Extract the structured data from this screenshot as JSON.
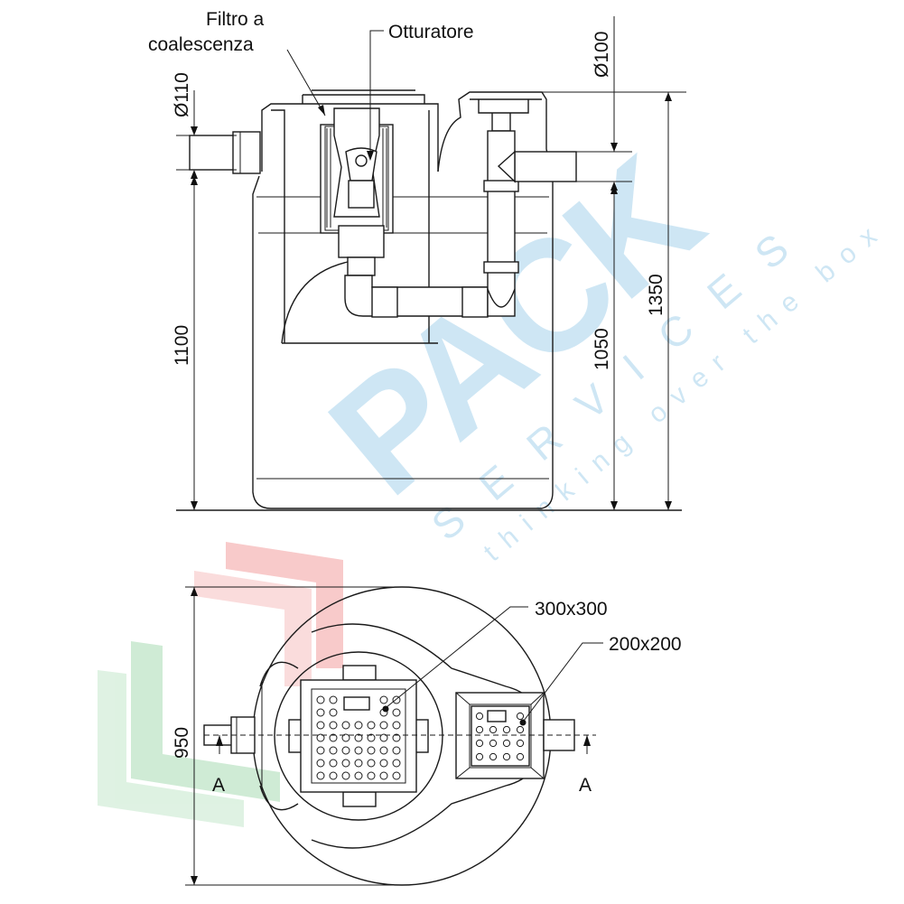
{
  "labels": {
    "coalescence_filter_line1": "Filtro a",
    "coalescence_filter_line2": "coalescenza",
    "shutter": "Otturatore",
    "cover_large": "300x300",
    "cover_small": "200x200",
    "section_left": "A",
    "section_right": "A"
  },
  "dimensions": {
    "inlet_diameter": "Ø110",
    "outlet_diameter": "Ø100",
    "inlet_height": "1100",
    "outlet_height": "1050",
    "total_height": "1350",
    "diameter": "950"
  },
  "watermark": {
    "brand_main": "PACK",
    "brand_sub": "SERVICES",
    "tagline": "thinking over the box",
    "colors": {
      "blue": "#7fbfe0",
      "red": "#f08080",
      "green": "#90d0a0"
    }
  }
}
